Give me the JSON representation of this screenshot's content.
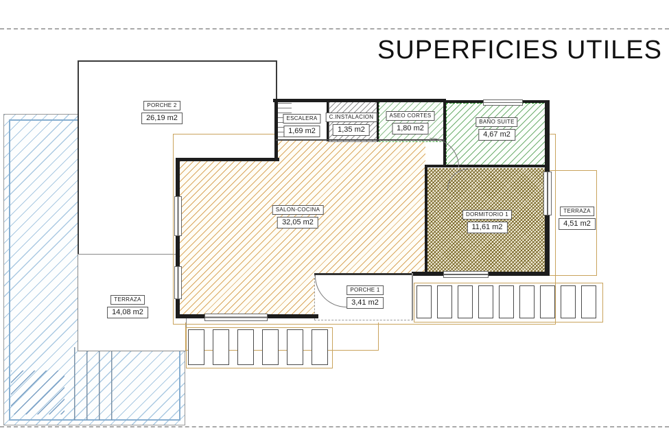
{
  "title": "SUPERFICIES UTILES",
  "rooms": [
    {
      "name": "PORCHE 2",
      "area": "26,19 m2"
    },
    {
      "name": "ESCALERA",
      "area": "1,69 m2"
    },
    {
      "name": "C.INSTALACION",
      "area": "1,35 m2"
    },
    {
      "name": "ASEO CORTES",
      "area": "1,80 m2"
    },
    {
      "name": "BAÑO SUITE",
      "area": "4,67 m2"
    },
    {
      "name": "SALON-COCINA",
      "area": "32,05 m2"
    },
    {
      "name": "DORMITORIO 1",
      "area": "11,61 m2"
    },
    {
      "name": "TERRAZA",
      "area": "4,51 m2"
    },
    {
      "name": "PORCHE 1",
      "area": "3,41 m2"
    },
    {
      "name": "TERRAZA",
      "area": "14,08 m2"
    }
  ],
  "colors": {
    "salon_hatch": "#d9a75e",
    "dormitorio_hatch": "#6b5a1e",
    "bano_hatch": "#2f8f2f",
    "aseo_hatch": "#8cbd8c",
    "instalacion_hatch": "#8f8f8f",
    "pool_hatch": "#aac9e2",
    "outline_tan": "#c9a35c",
    "wall": "#1d1d1d"
  }
}
